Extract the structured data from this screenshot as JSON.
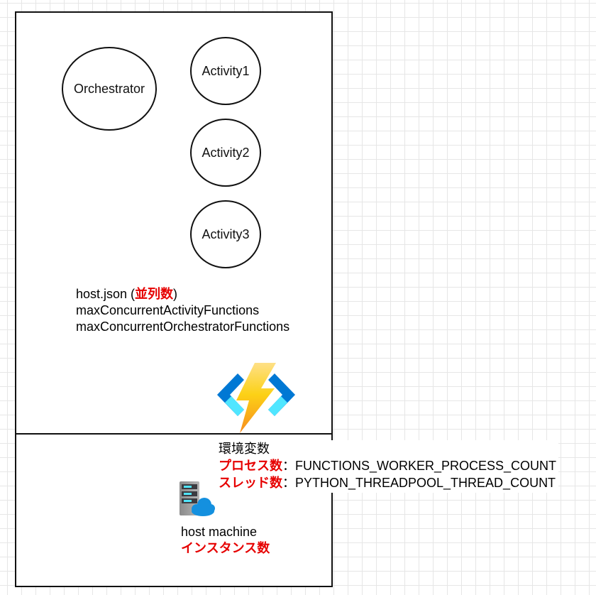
{
  "nodes": {
    "orchestrator": "Orchestrator",
    "activity1": "Activity1",
    "activity2": "Activity2",
    "activity3": "Activity3"
  },
  "host_json": {
    "prefix": "host.json (",
    "highlight": "並列数",
    "suffix": ")",
    "line2": "maxConcurrentActivityFunctions",
    "line3": "maxConcurrentOrchestratorFunctions"
  },
  "env": {
    "title": "環境変数",
    "process_label": "プロセス数",
    "process_value": "：FUNCTIONS_WORKER_PROCESS_COUNT",
    "thread_label": "スレッド数",
    "thread_value": "：PYTHON_THREADPOOL_THREAD_COUNT"
  },
  "machine": {
    "label": "host machine",
    "highlight": "インスタンス数"
  },
  "colors": {
    "highlight": "#e60000",
    "func_bolt": "#fcd116",
    "func_bracket": "#0078d4",
    "func_bracket_light": "#50e6ff",
    "cloud": "#1490df"
  },
  "icons": [
    "azure-functions-icon",
    "host-machine-server-icon"
  ]
}
